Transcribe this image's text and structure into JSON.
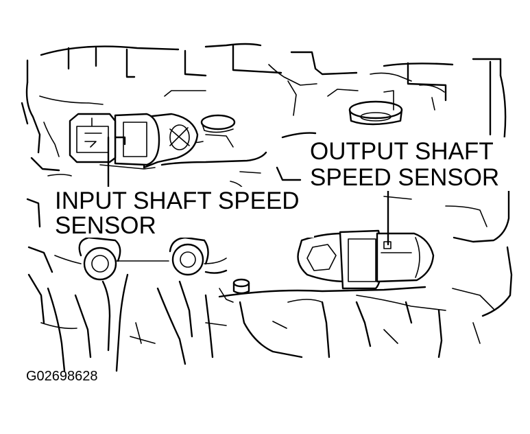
{
  "labels": {
    "output_sensor_line1": "OUTPUT SHAFT",
    "output_sensor_line2": "SPEED SENSOR",
    "input_sensor_line1": "INPUT SHAFT SPEED",
    "input_sensor_line2": "SENSOR"
  },
  "figure_id": "G02698628"
}
